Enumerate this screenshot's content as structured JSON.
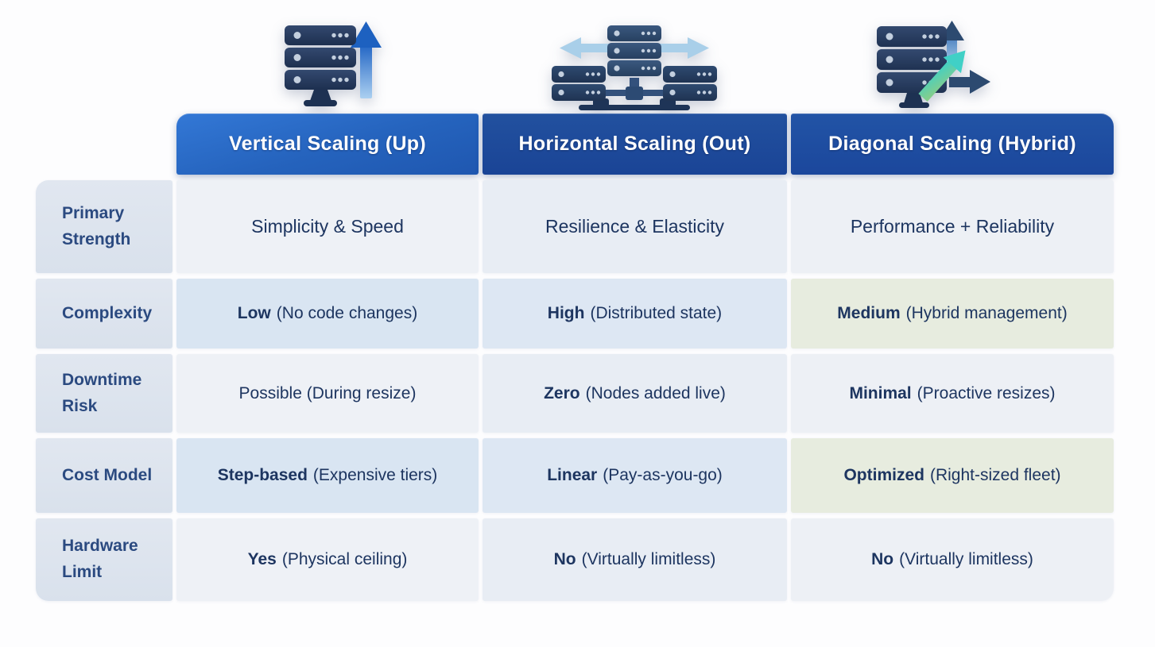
{
  "palette": {
    "header_blue_bright": "#2a6cc8",
    "header_blue_dark": "#1c4aa0",
    "label_cell_bg": "#dde4ee",
    "cell_light_bg": "#edf1f6",
    "cell_blue_bg": "#d9e5f2",
    "cell_green_bg": "#e7ecdf",
    "label_text": "#2b4a80",
    "cell_text": "#1d3560",
    "header_text": "#ffffff",
    "server_navy": "#243b5e",
    "arrow_blue": "#1d61c0",
    "arrow_light_blue": "#a9cfe9",
    "arrow_teal_green": "#40d0c6"
  },
  "columns": [
    {
      "header": "Vertical Scaling (Up)",
      "icon": "vertical-scaling-icon"
    },
    {
      "header": "Horizontal Scaling (Out)",
      "icon": "horizontal-scaling-icon"
    },
    {
      "header": "Diagonal Scaling (Hybrid)",
      "icon": "diagonal-scaling-icon"
    }
  ],
  "rows": [
    {
      "label": "Primary Strength",
      "cells": [
        {
          "strong": "",
          "rest": "Simplicity & Speed"
        },
        {
          "strong": "",
          "rest": "Resilience & Elasticity"
        },
        {
          "strong": "",
          "rest": "Performance + Reliability"
        }
      ]
    },
    {
      "label": "Complexity",
      "cells": [
        {
          "strong": "Low",
          "rest": "(No code changes)"
        },
        {
          "strong": "High",
          "rest": "(Distributed state)"
        },
        {
          "strong": "Medium",
          "rest": "(Hybrid management)"
        }
      ]
    },
    {
      "label": "Downtime Risk",
      "cells": [
        {
          "strong": "",
          "rest": "Possible (During resize)"
        },
        {
          "strong": "Zero",
          "rest": "(Nodes added live)"
        },
        {
          "strong": "Minimal",
          "rest": "(Proactive resizes)"
        }
      ]
    },
    {
      "label": "Cost Model",
      "cells": [
        {
          "strong": "Step-based",
          "rest": "(Expensive tiers)"
        },
        {
          "strong": "Linear",
          "rest": "(Pay-as-you-go)"
        },
        {
          "strong": "Optimized",
          "rest": "(Right-sized fleet)"
        }
      ]
    },
    {
      "label": "Hardware Limit",
      "cells": [
        {
          "strong": "Yes",
          "rest": "(Physical ceiling)"
        },
        {
          "strong": "No",
          "rest": "(Virtually limitless)"
        },
        {
          "strong": "No",
          "rest": "(Virtually limitless)"
        }
      ]
    }
  ],
  "chart_data": {
    "type": "table",
    "title": "Scaling strategies comparison",
    "columns": [
      "",
      "Vertical Scaling (Up)",
      "Horizontal Scaling (Out)",
      "Diagonal Scaling (Hybrid)"
    ],
    "rows": [
      [
        "Primary Strength",
        "Simplicity & Speed",
        "Resilience & Elasticity",
        "Performance + Reliability"
      ],
      [
        "Complexity",
        "Low (No code changes)",
        "High (Distributed state)",
        "Medium (Hybrid management)"
      ],
      [
        "Downtime Risk",
        "Possible (During resize)",
        "Zero (Nodes added live)",
        "Minimal (Proactive resizes)"
      ],
      [
        "Cost Model",
        "Step-based (Expensive tiers)",
        "Linear (Pay-as-you-go)",
        "Optimized (Right-sized fleet)"
      ],
      [
        "Hardware Limit",
        "Yes (Physical ceiling)",
        "No (Virtually limitless)",
        "No (Virtually limitless)"
      ]
    ],
    "layout": {
      "highlight_green_cells": [
        [
          "Complexity",
          "Diagonal"
        ],
        [
          "Cost Model",
          "Diagonal"
        ]
      ],
      "grid": "off",
      "legend": "none"
    }
  }
}
